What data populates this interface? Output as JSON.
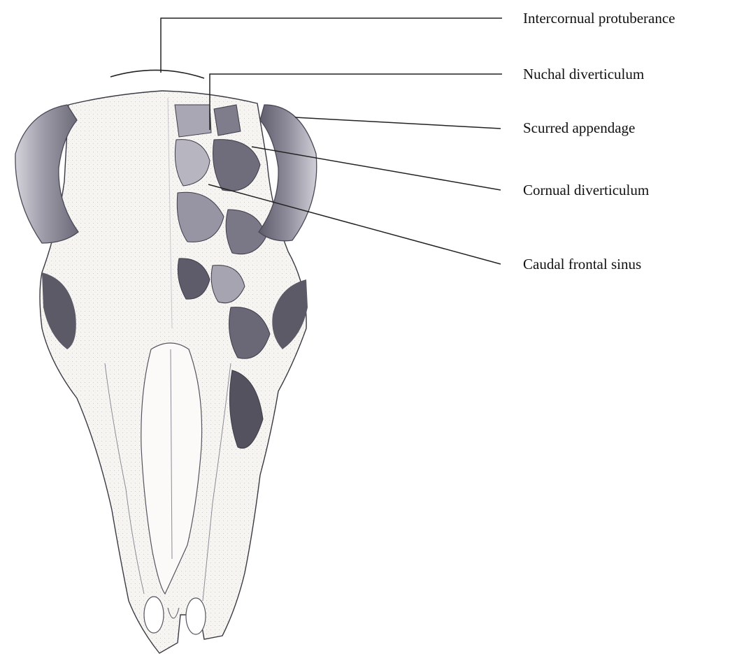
{
  "labels": {
    "intercornual": "Intercornual protuberance",
    "nuchal": "Nuchal diverticulum",
    "scurred": "Scurred appendage",
    "cornual": "Cornual diverticulum",
    "caudal": "Caudal frontal sinus"
  },
  "colors": {
    "ink": "#222222",
    "bone": "#f7f5f2",
    "bone_shade": "#d9d6d4",
    "horn": "#a8a6b2",
    "horn_dark": "#6e6c7a",
    "cavity": "#5c5a66"
  }
}
